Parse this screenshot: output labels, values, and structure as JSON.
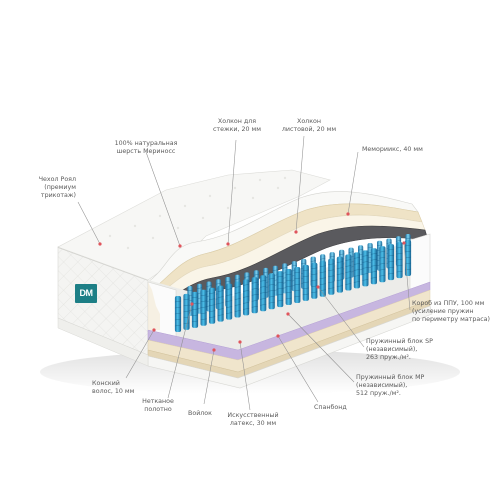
{
  "brand": {
    "logo_text": "DM"
  },
  "colors": {
    "leader_line": "#8f8f8f",
    "dot": "#e0555c",
    "spring_blue": "#2d9fd0",
    "latex": "#f1e7cf",
    "purple_layer": "#c6b6df",
    "cover": "#f4f4f2"
  },
  "labels": {
    "cover": "Чехол Роял\n(премиум\nтрикотаж)",
    "merino": "100% натуральная\nшерсть Мериносс",
    "holkon_stitch": "Холкон для\nстежки, 20 мм",
    "holkon_sheet": "Холкон\nлистовой, 20 мм",
    "memorix": "Мемориикс, 40 мм",
    "ppu_box": "Короб из ППУ, 100 мм\n(усиление пружин\nпо периметру матраса)",
    "spring_sp": "Пружинный блок SP\n(независимый),\n263 пруж./м².",
    "spring_mp": "Пружинный блок MP\n(независимый),\n512 пруж./м².",
    "spunbond": "Спанбонд",
    "latex": "Искусственный\nлатекс, 30 мм",
    "felt": "Войлок",
    "nonwoven": "Нетканое\nполотно",
    "horsehair": "Конский\nволос, 10 мм"
  }
}
